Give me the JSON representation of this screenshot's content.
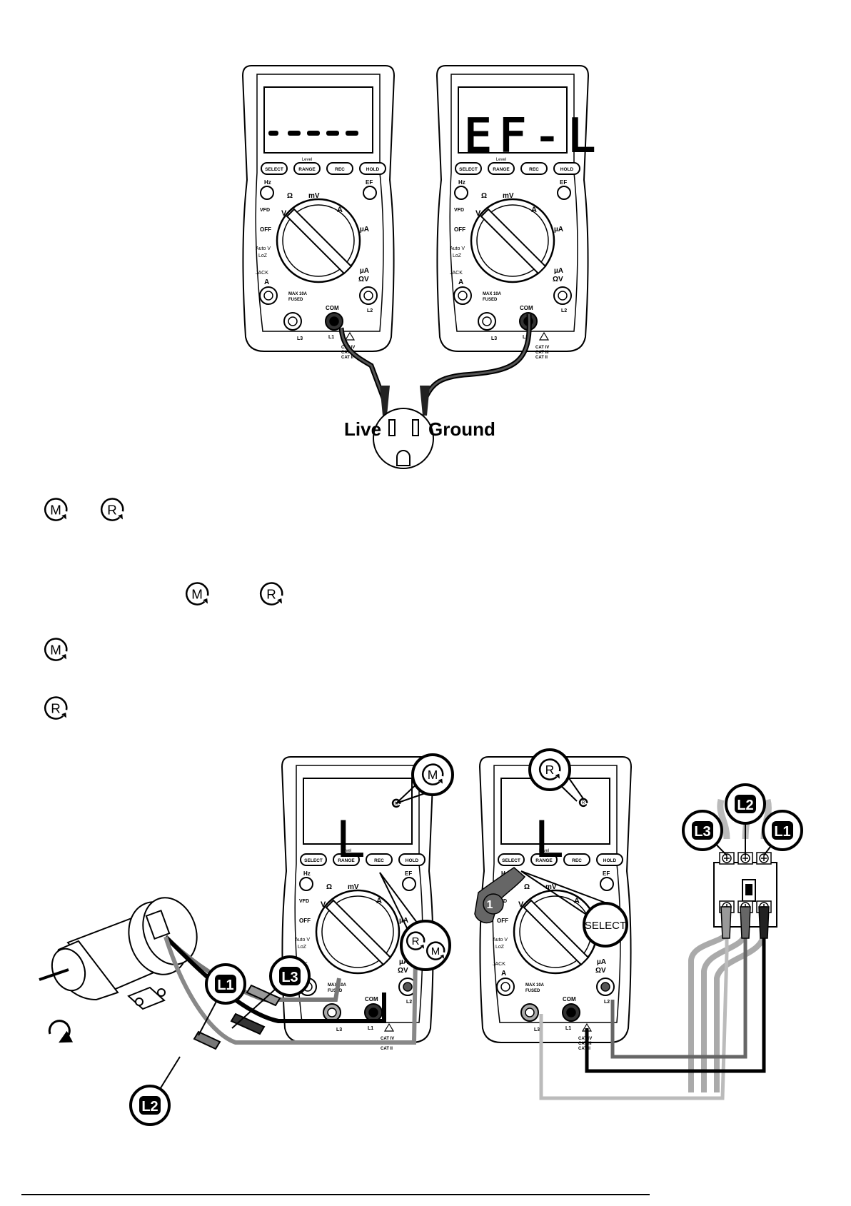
{
  "meter": {
    "buttons": [
      "SELECT",
      "RANGE",
      "REC",
      "HOLD"
    ],
    "button_icons": [
      "backlight-icon",
      "level-icon",
      "",
      "delta-icon"
    ],
    "button_top_labels": [
      "",
      "Level",
      "",
      ""
    ],
    "dial": {
      "hz": "Hz",
      "ef": "EF",
      "ohm": "Ω",
      "mv": "mV",
      "vfd": "VFD",
      "v": "V",
      "a_tilde": "A",
      "off": "OFF",
      "ua": "µA",
      "auto_v": "Auto V",
      "loz": "LoZ",
      "ua_low": "µA",
      "ohm_v": "ΩV"
    },
    "jacks": {
      "jack_label": "JACK",
      "a": "A",
      "com": "COM",
      "l2": "L2",
      "l3": "L3",
      "l1": "L1",
      "max": "MAX 10A",
      "fused": "FUSED",
      "cat": [
        "CAT IV",
        "CAT III",
        "CAT II"
      ]
    }
  },
  "top": {
    "left_display": "-----",
    "right_display": "EF-L",
    "live_label": "Live",
    "ground_label": "Ground"
  },
  "legend_icons": [
    {
      "row": 1,
      "icons": [
        "M",
        "R"
      ]
    },
    {
      "row": 2,
      "icons": [
        "M",
        "R"
      ]
    },
    {
      "row": 3,
      "icons": [
        "M"
      ]
    },
    {
      "row": 4,
      "icons": [
        "R"
      ]
    }
  ],
  "bottom": {
    "left_display": "L",
    "right_display": "L",
    "left_mode_badge": "M",
    "right_mode_badge": "R",
    "dial_badges": [
      "R",
      "M"
    ],
    "phase_labels": [
      "L1",
      "L2",
      "L3"
    ],
    "select_label": "SELECT",
    "step_number": "1"
  }
}
